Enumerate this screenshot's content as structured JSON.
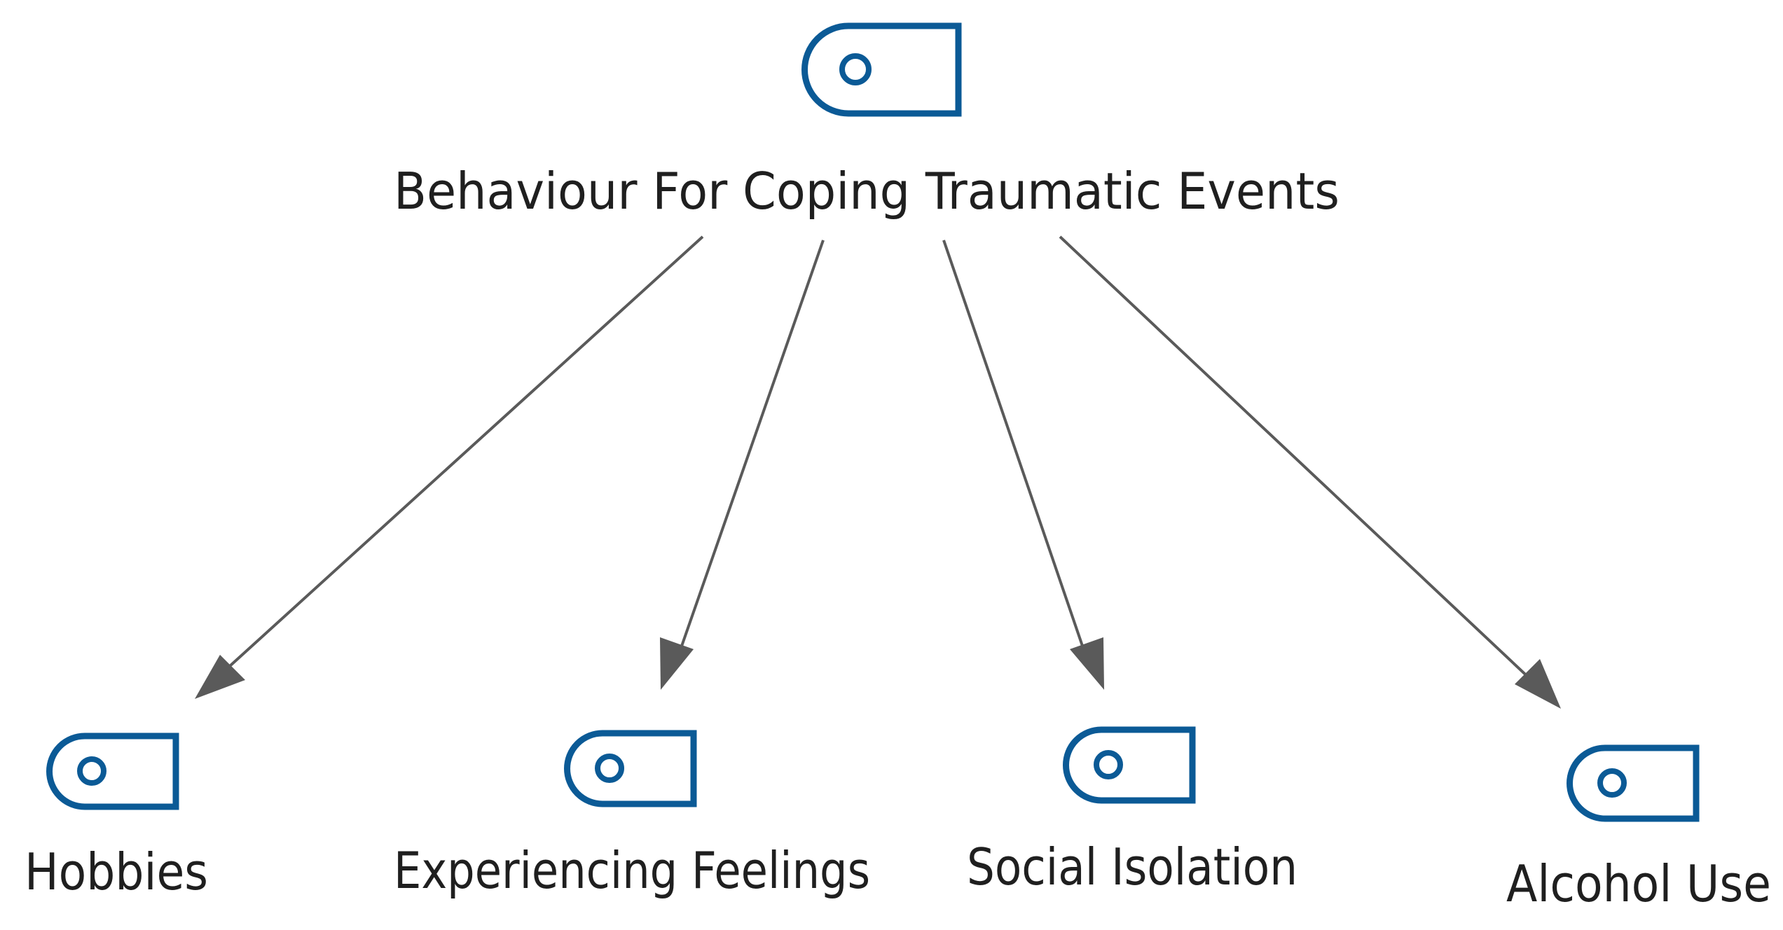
{
  "diagram": {
    "colors": {
      "icon": "#0b5a96",
      "edge": "#5a5a5a",
      "text": "#1f1f1f",
      "background": "#ffffff"
    },
    "icon_name": "code-node-icon",
    "root": {
      "id": "root",
      "label": "Behaviour For Coping Traumatic Events"
    },
    "children": [
      {
        "id": "hobbies",
        "label": "Hobbies"
      },
      {
        "id": "experiencing-feelings",
        "label": "Experiencing Feelings"
      },
      {
        "id": "social-isolation",
        "label": "Social Isolation"
      },
      {
        "id": "alcohol-use",
        "label": "Alcohol Use"
      }
    ],
    "edges": [
      {
        "from": "root",
        "to": "hobbies"
      },
      {
        "from": "root",
        "to": "experiencing-feelings"
      },
      {
        "from": "root",
        "to": "social-isolation"
      },
      {
        "from": "root",
        "to": "alcohol-use"
      }
    ]
  }
}
